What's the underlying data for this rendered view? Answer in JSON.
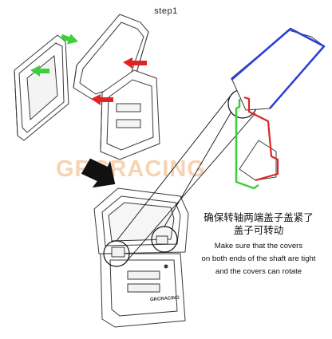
{
  "step_label": "step1",
  "caption_cn": [
    "确保转轴两端盖子盖紧了",
    "盖子可转动"
  ],
  "caption_en": [
    "Make sure that the covers",
    "on both ends of the shaft are tight",
    "and the covers can rotate"
  ],
  "watermark": "GRCRACING",
  "device_logo": "GRCRACING",
  "colors": {
    "line": "#3a3a3a",
    "arrow_green": "#3ccf3c",
    "arrow_red": "#e02424",
    "highlight_blue": "#2a3fd6",
    "highlight_red": "#e02424",
    "highlight_green": "#3ccf3c",
    "watermark": "#f0b074"
  }
}
